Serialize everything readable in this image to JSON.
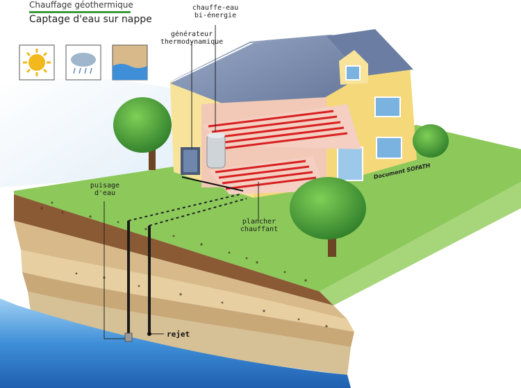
{
  "title": "Chauffage géothermique",
  "subtitle": "Captage d'eau sur nappe",
  "labels": {
    "chauffe_eau": [
      "chauffe-eau",
      "bi-énergie"
    ],
    "generateur": [
      "générateur",
      "thermodynamique"
    ],
    "puisage": [
      "puisage",
      "d'eau"
    ],
    "plancher": [
      "plancher",
      "chauffant"
    ],
    "rejet": "rejet",
    "credit": "Document SOFATH"
  },
  "icons": [
    "sun-icon",
    "rain-cloud-icon",
    "water-table-icon"
  ],
  "colors": {
    "grass": "#8cc85a",
    "wall": "#f7e39a",
    "roof": "#7d8fb0",
    "heating_pipe": "#d81f1f",
    "water": "#3f8fd8",
    "soil": "#8a5a34",
    "title_rule": "#3a9a3a"
  }
}
